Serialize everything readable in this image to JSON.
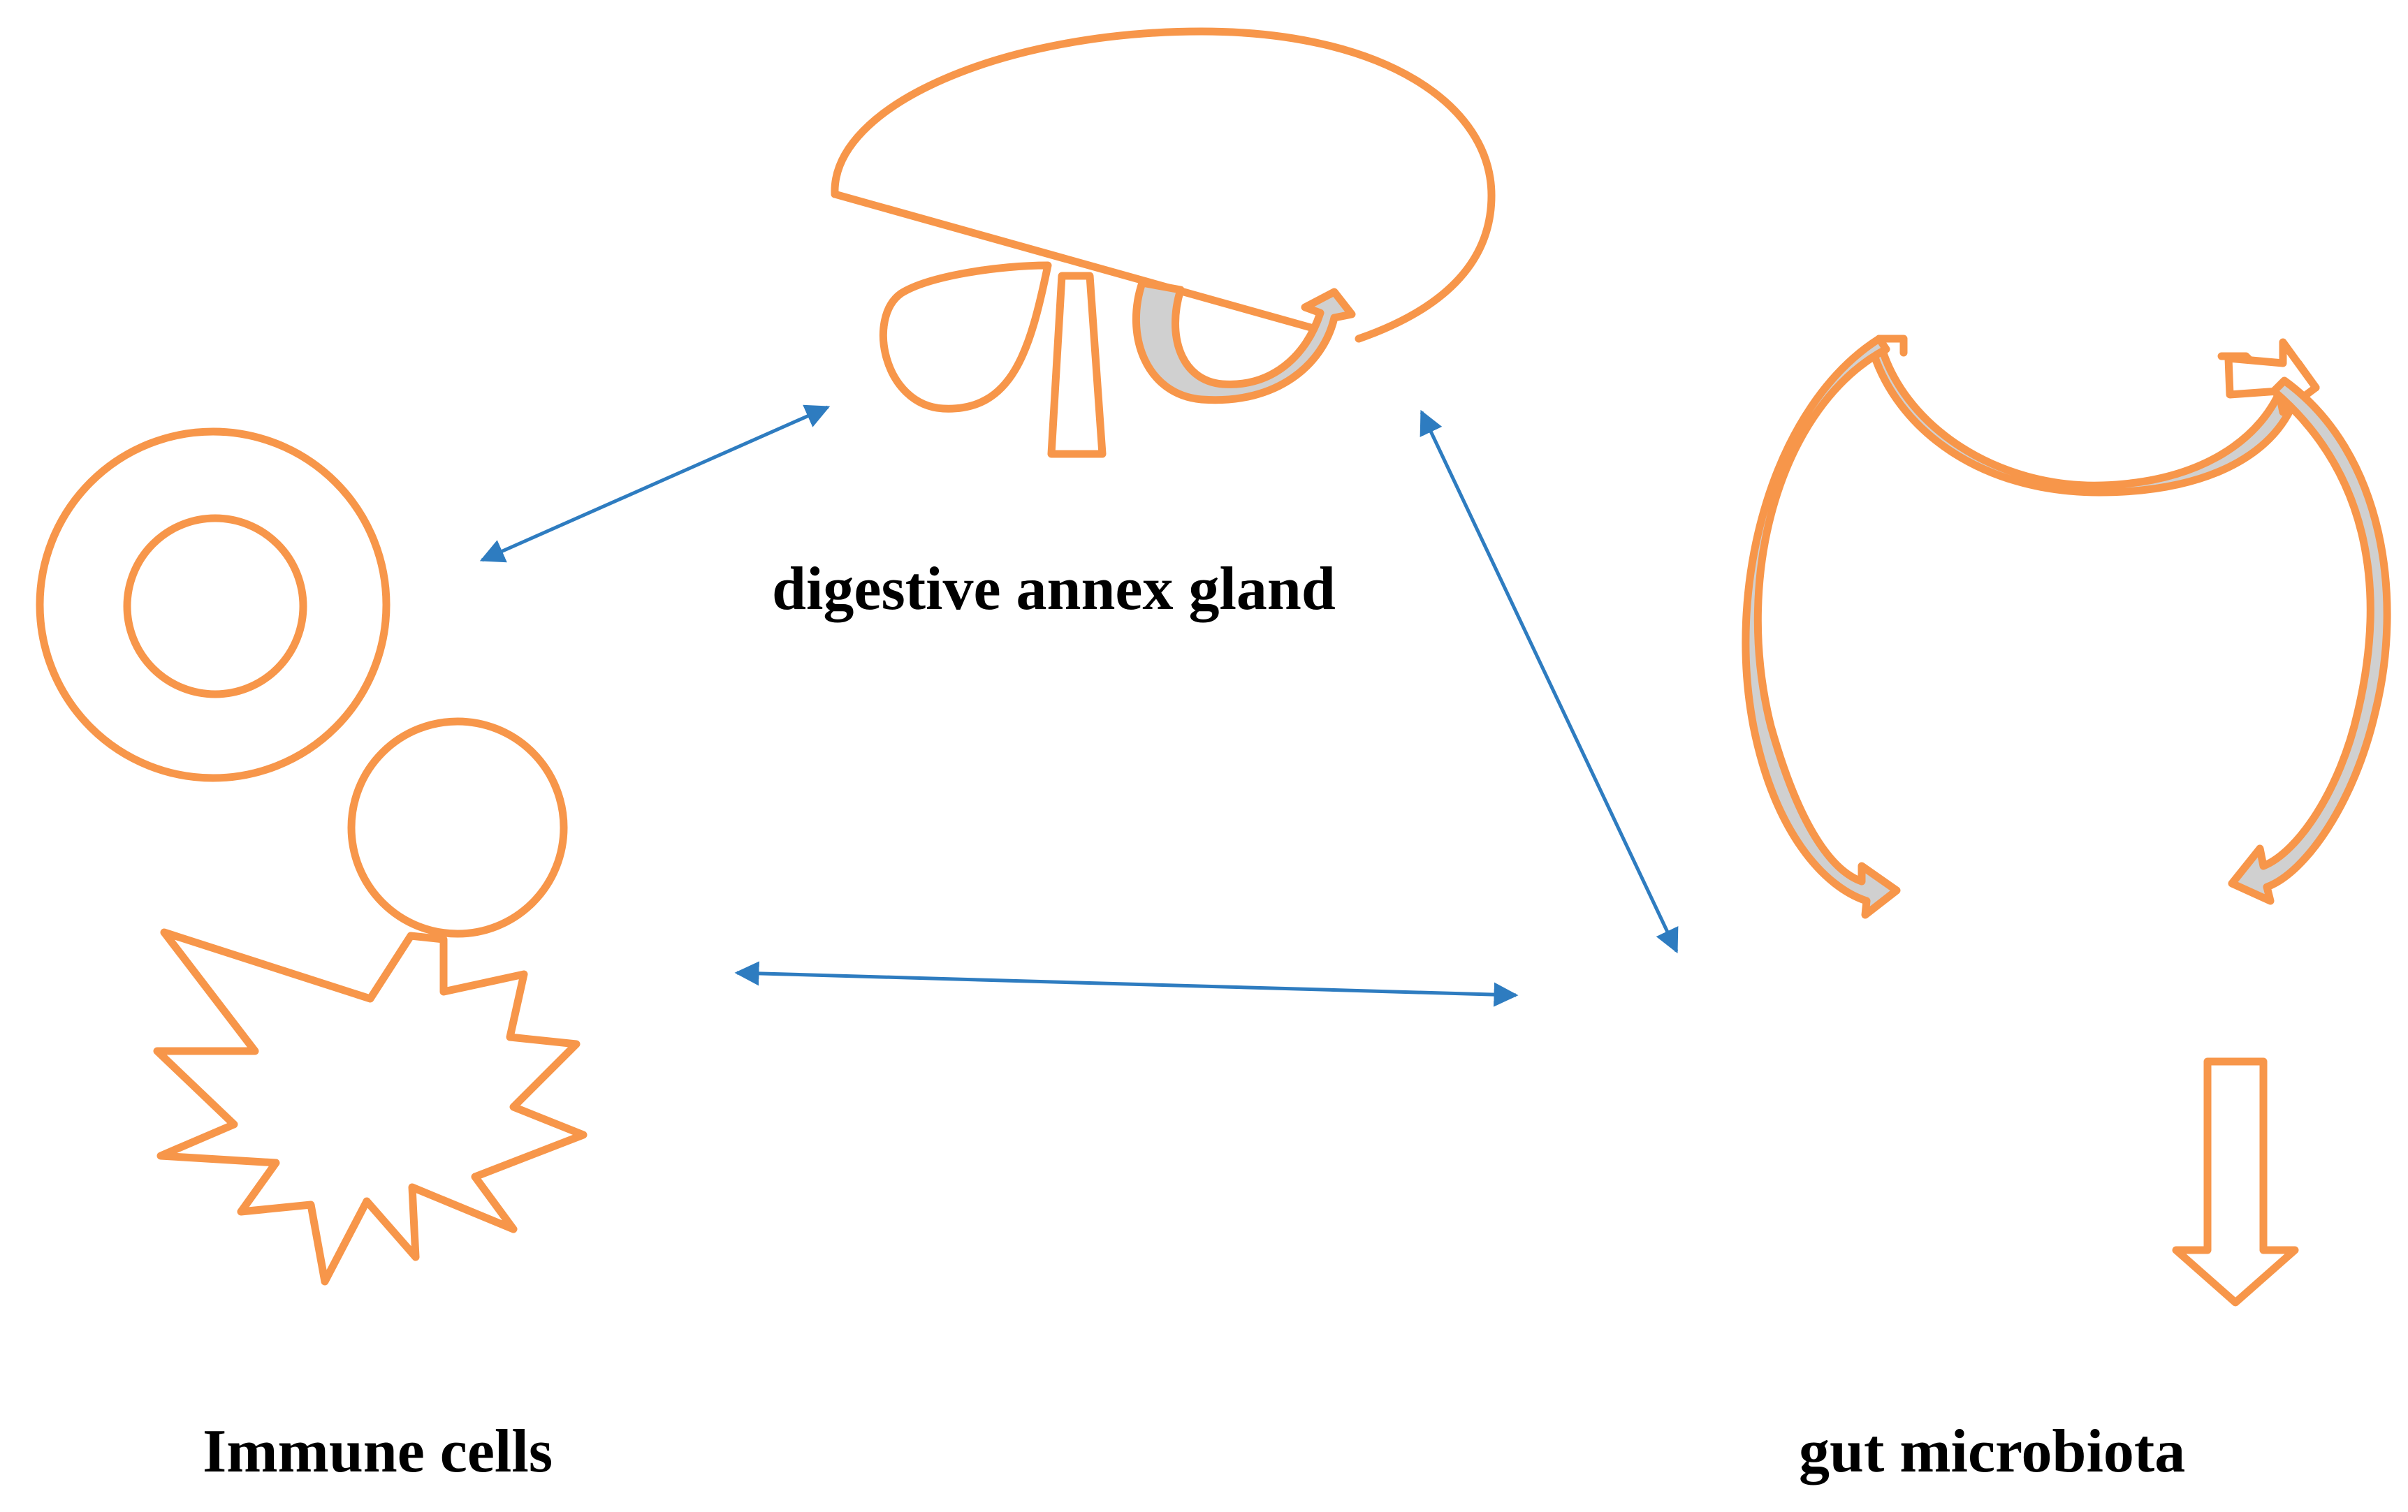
{
  "labels": {
    "gland": "digestive annex gland",
    "immune": "Immune cells",
    "microbiota": "gut microbiota"
  },
  "colors": {
    "shape_stroke": "#F7964A",
    "shape_shade": "#D0D0D0",
    "connector": "#2E7CC0",
    "text": "#000000"
  },
  "connections": [
    {
      "from": "Immune cells",
      "to": "digestive annex gland",
      "type": "bidirectional"
    },
    {
      "from": "digestive annex gland",
      "to": "gut microbiota",
      "type": "bidirectional"
    },
    {
      "from": "Immune cells",
      "to": "gut microbiota",
      "type": "bidirectional"
    }
  ]
}
